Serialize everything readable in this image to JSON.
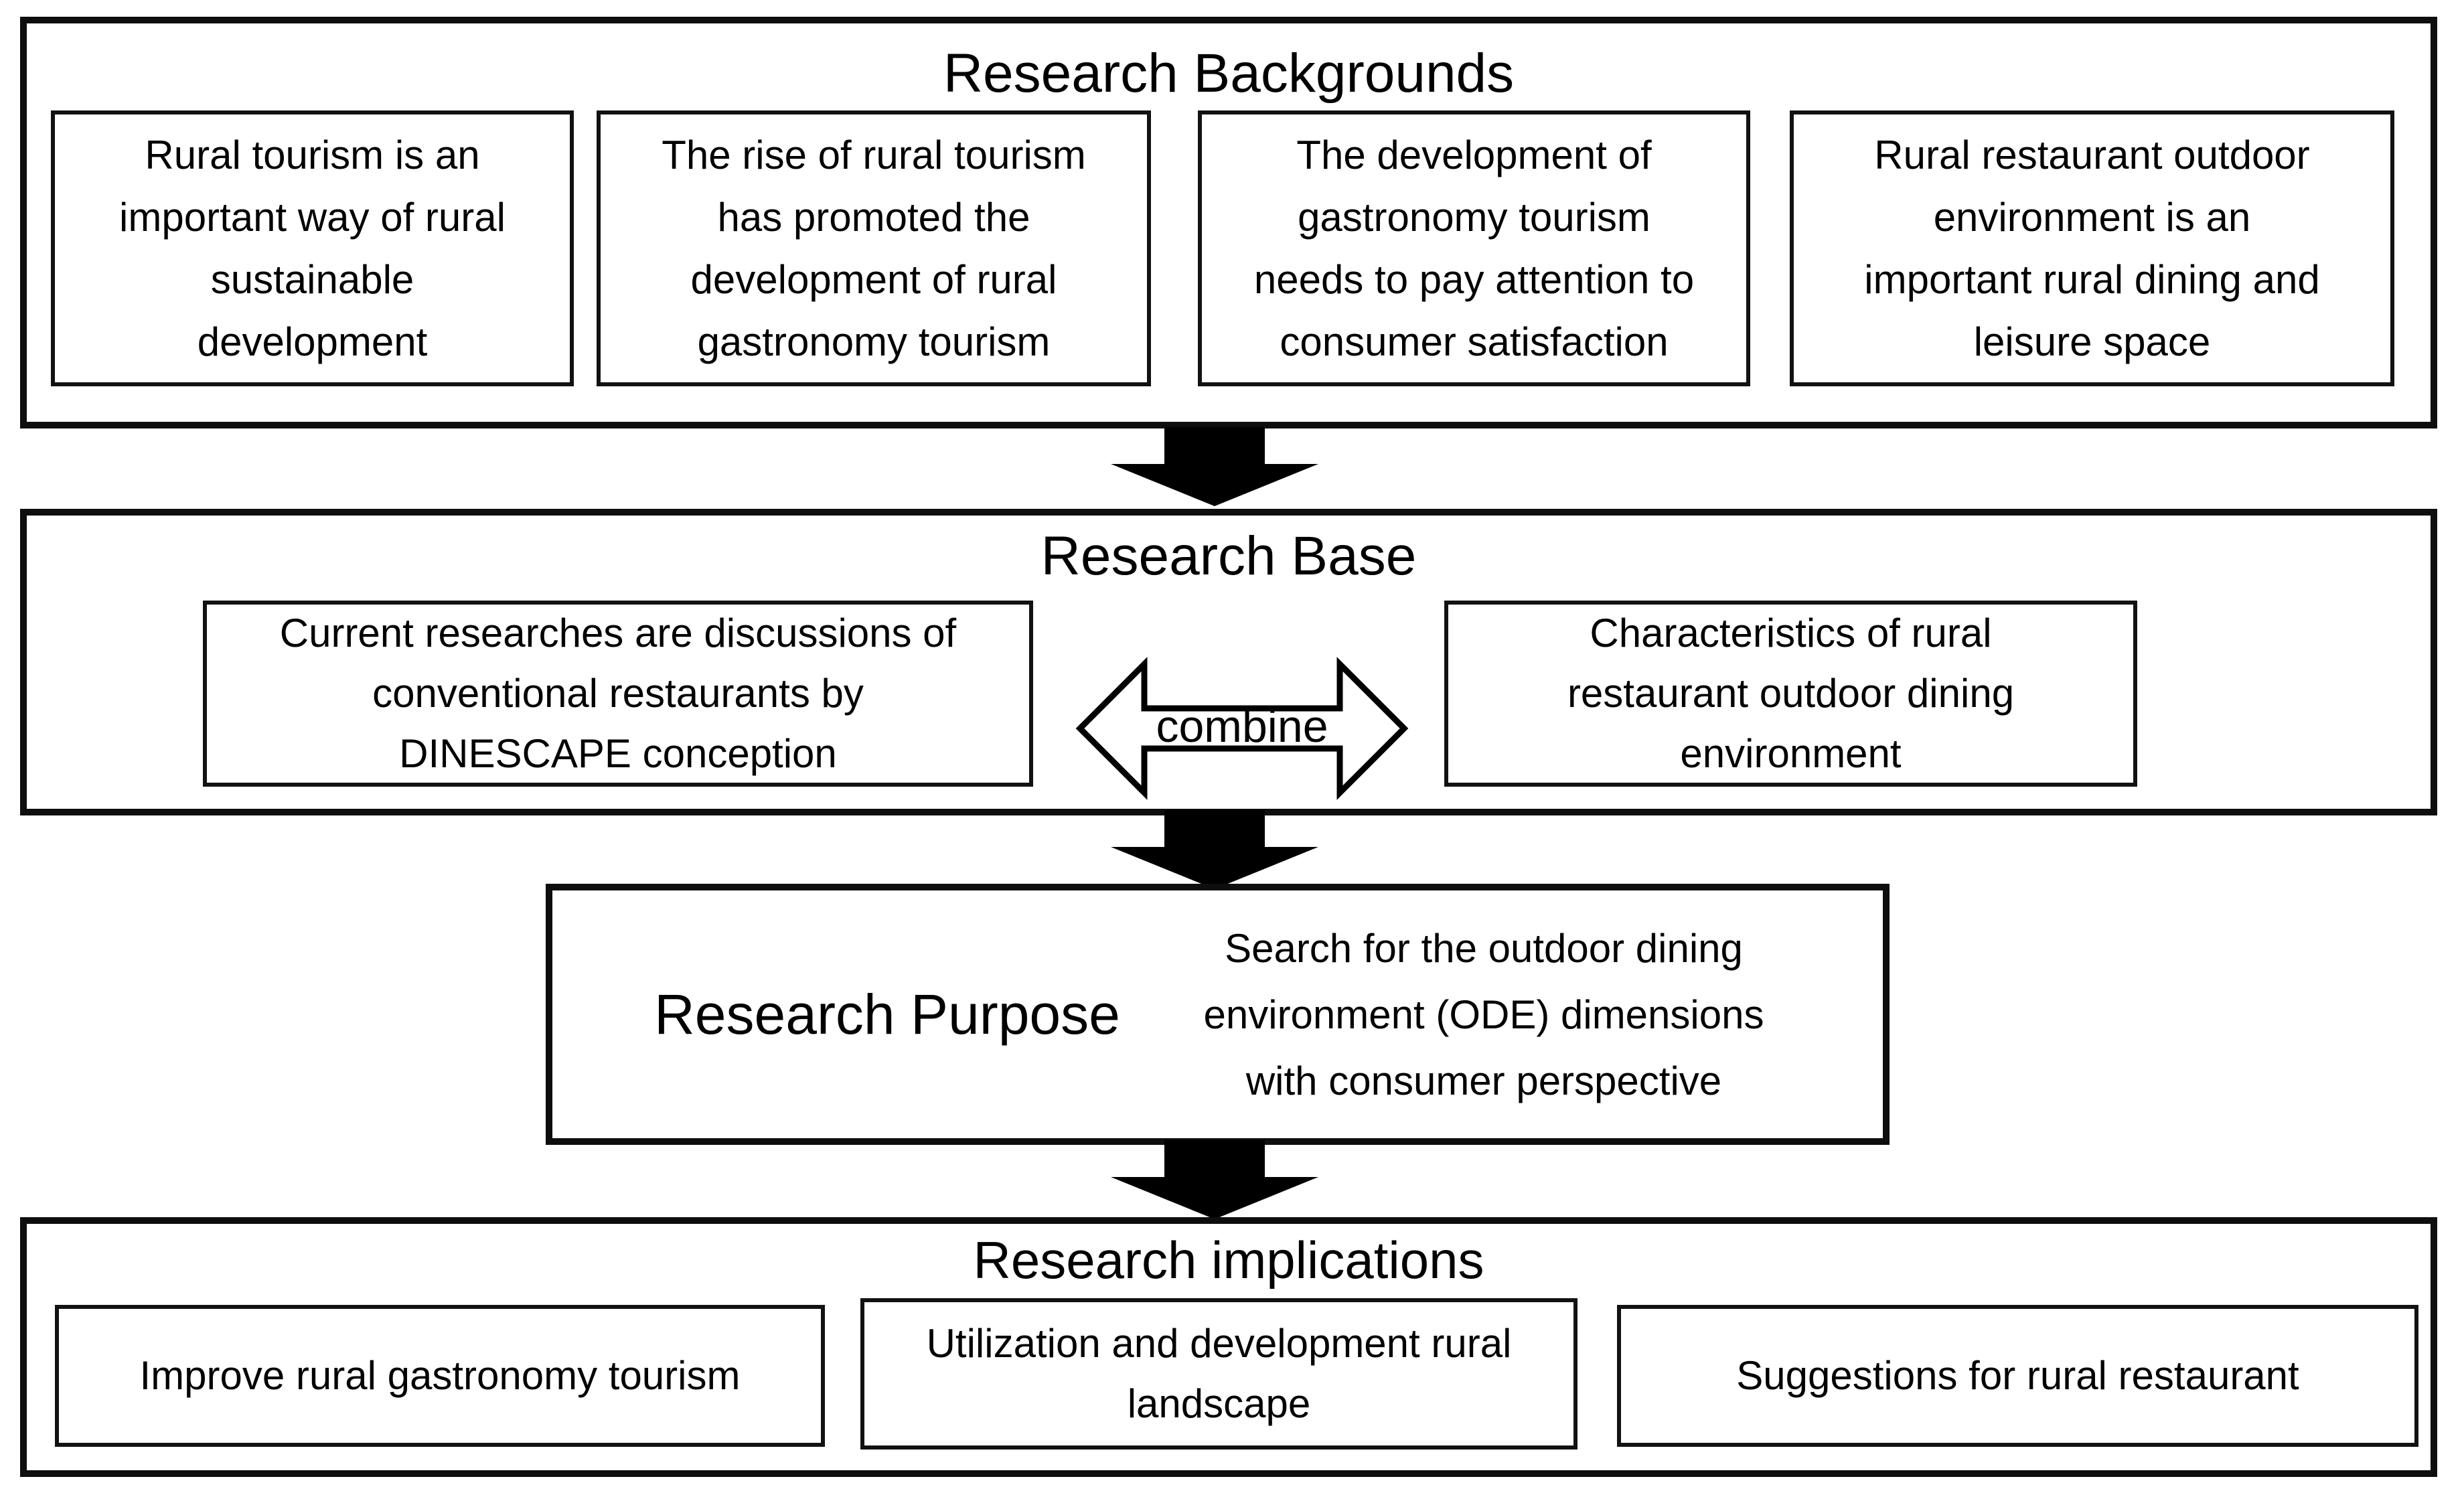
{
  "diagram": {
    "colors": {
      "ink": "#000000",
      "background": "#ffffff"
    },
    "sections": {
      "backgrounds": {
        "title": "Research Backgrounds",
        "boxes": [
          {
            "lines": [
              "Rural tourism is an",
              "important way of rural",
              "sustainable",
              "development"
            ]
          },
          {
            "lines": [
              "The rise of rural tourism",
              "has promoted the",
              "development of rural",
              "gastronomy tourism"
            ]
          },
          {
            "lines": [
              "The development of",
              "gastronomy tourism",
              "needs to pay attention to",
              "consumer satisfaction"
            ]
          },
          {
            "lines": [
              "Rural restaurant outdoor",
              "environment is an",
              "important rural dining and",
              "leisure space"
            ]
          }
        ]
      },
      "base": {
        "title": "Research Base",
        "left_box": {
          "lines": [
            "Current researches are discussions of",
            "conventional restaurants by",
            "DINESCAPE conception"
          ]
        },
        "arrow_label": "combine",
        "right_box": {
          "lines": [
            "Characteristics of rural",
            "restaurant outdoor dining",
            "environment"
          ]
        }
      },
      "purpose": {
        "title": "Research Purpose",
        "text": {
          "lines": [
            "Search for the outdoor dining",
            "environment (ODE) dimensions",
            "with consumer perspective"
          ]
        }
      },
      "implications": {
        "title": "Research implications",
        "boxes": [
          {
            "lines": [
              "Improve rural gastronomy tourism"
            ]
          },
          {
            "lines": [
              "Utilization and development rural",
              "landscape"
            ]
          },
          {
            "lines": [
              "Suggestions for rural restaurant"
            ]
          }
        ]
      }
    }
  }
}
